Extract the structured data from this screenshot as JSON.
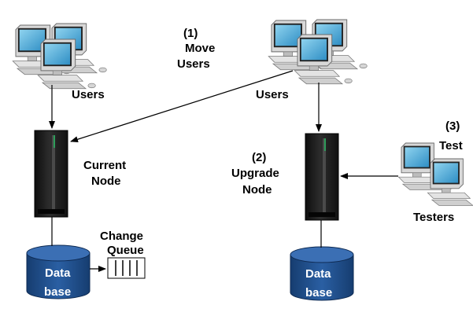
{
  "labels": {
    "users_left": "Users",
    "users_right": "Users",
    "move_users_num": "(1)",
    "move_users_l1": "Move",
    "move_users_l2": "Users",
    "current_node_l1": "Current",
    "current_node_l2": "Node",
    "upgrade_num": "(2)",
    "upgrade_l1": "Upgrade",
    "upgrade_l2": "Node",
    "test_num": "(3)",
    "test_l1": "Test",
    "testers": "Testers",
    "change_queue_l1": "Change",
    "change_queue_l2": "Queue",
    "db_left_l1": "Data",
    "db_left_l2": "base",
    "db_right_l1": "Data",
    "db_right_l2": "base"
  },
  "colors": {
    "database": "#1f4e8c",
    "server": "#1c1c1c",
    "server_accent": "#2e9d5a",
    "line": "#000000"
  }
}
